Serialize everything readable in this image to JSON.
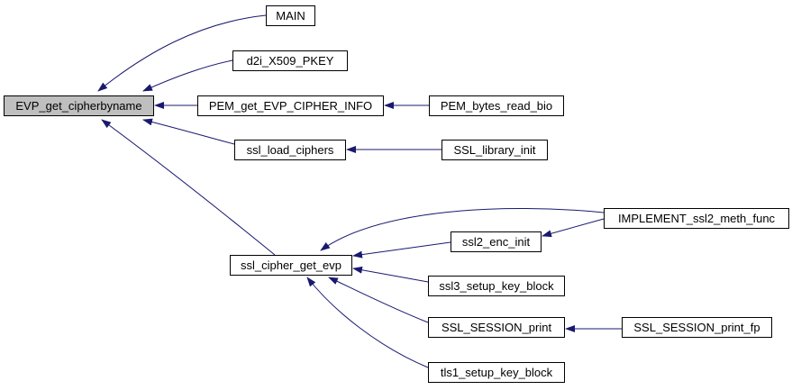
{
  "graph": {
    "root": {
      "id": "evp",
      "label": "EVP_get_cipherbyname"
    },
    "nodes": [
      {
        "id": "evp",
        "label": "EVP_get_cipherbyname"
      },
      {
        "id": "main",
        "label": "MAIN"
      },
      {
        "id": "d2i",
        "label": "d2i_X509_PKEY"
      },
      {
        "id": "pem_info",
        "label": "PEM_get_EVP_CIPHER_INFO"
      },
      {
        "id": "pem_bytes",
        "label": "PEM_bytes_read_bio"
      },
      {
        "id": "ssl_load",
        "label": "ssl_load_ciphers"
      },
      {
        "id": "ssl_lib",
        "label": "SSL_library_init"
      },
      {
        "id": "ssl_cipher",
        "label": "ssl_cipher_get_evp"
      },
      {
        "id": "impl",
        "label": "IMPLEMENT_ssl2_meth_func"
      },
      {
        "id": "ssl2_enc",
        "label": "ssl2_enc_init"
      },
      {
        "id": "ssl3",
        "label": "ssl3_setup_key_block"
      },
      {
        "id": "sess_print",
        "label": "SSL_SESSION_print"
      },
      {
        "id": "sess_fp",
        "label": "SSL_SESSION_print_fp"
      },
      {
        "id": "tls1",
        "label": "tls1_setup_key_block"
      }
    ],
    "edges": [
      {
        "from": "main",
        "to": "evp"
      },
      {
        "from": "d2i",
        "to": "evp"
      },
      {
        "from": "pem_info",
        "to": "evp"
      },
      {
        "from": "ssl_load",
        "to": "evp"
      },
      {
        "from": "ssl_cipher",
        "to": "evp"
      },
      {
        "from": "pem_bytes",
        "to": "pem_info"
      },
      {
        "from": "ssl_lib",
        "to": "ssl_load"
      },
      {
        "from": "impl",
        "to": "ssl_cipher"
      },
      {
        "from": "ssl2_enc",
        "to": "ssl_cipher"
      },
      {
        "from": "ssl3",
        "to": "ssl_cipher"
      },
      {
        "from": "sess_print",
        "to": "ssl_cipher"
      },
      {
        "from": "tls1",
        "to": "ssl_cipher"
      },
      {
        "from": "impl",
        "to": "ssl2_enc"
      },
      {
        "from": "sess_fp",
        "to": "sess_print"
      }
    ],
    "colors": {
      "edge": "#191970",
      "root_fill": "#bfbfbf",
      "node_fill": "#ffffff",
      "node_stroke": "#000000"
    }
  }
}
